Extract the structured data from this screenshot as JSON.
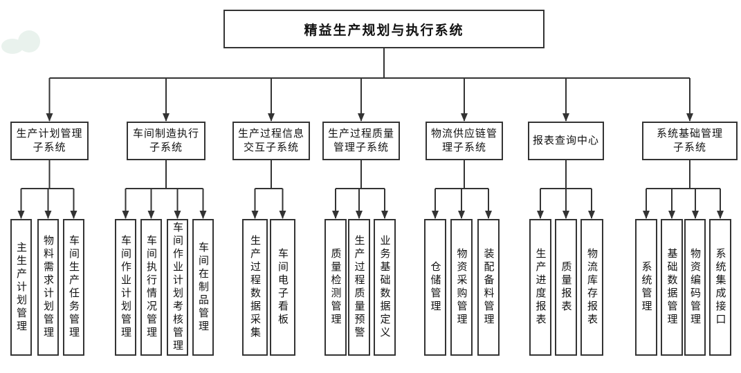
{
  "diagram": {
    "title": "精益生产规划与执行系统",
    "background_color": "#ffffff",
    "line_color": "#333333",
    "text_color": "#111111",
    "watermark_color": "#e9f2ed",
    "groups": [
      {
        "label": "生产计划管理子系统",
        "label_lines": [
          "生产计划管理",
          "子系统"
        ],
        "children": [
          "主生产计划管理",
          "物料需求计划管理",
          "车间生产任务管理"
        ]
      },
      {
        "label": "车间制造执行子系统",
        "label_lines": [
          "车间制造执行",
          "子系统"
        ],
        "children": [
          "车间作业计划管理",
          "车间执行情况管理",
          "车间作业计划考核管理",
          "车间在制品管理"
        ]
      },
      {
        "label": "生产过程信息交互子系统",
        "label_lines": [
          "生产过程信息",
          "交互子系统"
        ],
        "children": [
          "生产过程数据采集",
          "车间电子看板"
        ]
      },
      {
        "label": "生产过程质量管理子系统",
        "label_lines": [
          "生产过程质量",
          "管理子系统"
        ],
        "children": [
          "质量检测管理",
          "生产过程质量预警",
          "业务基础数据定义"
        ]
      },
      {
        "label": "物流供应链管理子系统",
        "label_lines": [
          "物流供应链管",
          "理子系统"
        ],
        "children": [
          "仓储管理",
          "物资采购管理",
          "装配备料管理"
        ]
      },
      {
        "label": "报表查询中心",
        "label_lines": [
          "报表查询中心"
        ],
        "children": [
          "生产进度报表",
          "质量报表",
          "物流库存报表"
        ]
      },
      {
        "label": "系统基础管理子系统",
        "label_lines": [
          "系统基础管理",
          "子系统"
        ],
        "children": [
          "系统管理",
          "基础数据管理",
          "物资编码管理",
          "系统集成接口"
        ]
      }
    ]
  }
}
